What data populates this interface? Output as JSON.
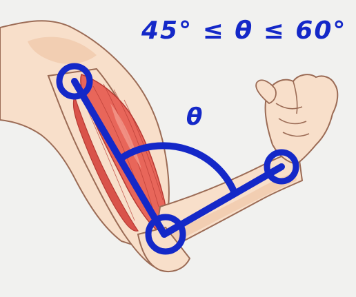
{
  "annotation": {
    "constraint": "45° ≤ θ ≤ 60°",
    "angle_symbol": "θ"
  },
  "colors": {
    "background": "#f1f1ef",
    "skin": "#f8dfca",
    "skin_shade": "#efc6a8",
    "outline": "#9b6b55",
    "muscle": "#e8665a",
    "muscle_dark": "#c9463d",
    "muscle_light": "#f29a8c",
    "annotation": "#1428c8"
  },
  "icons": [
    "shoulder-joint-circle",
    "elbow-joint-circle",
    "wrist-joint-circle",
    "angle-arc"
  ]
}
